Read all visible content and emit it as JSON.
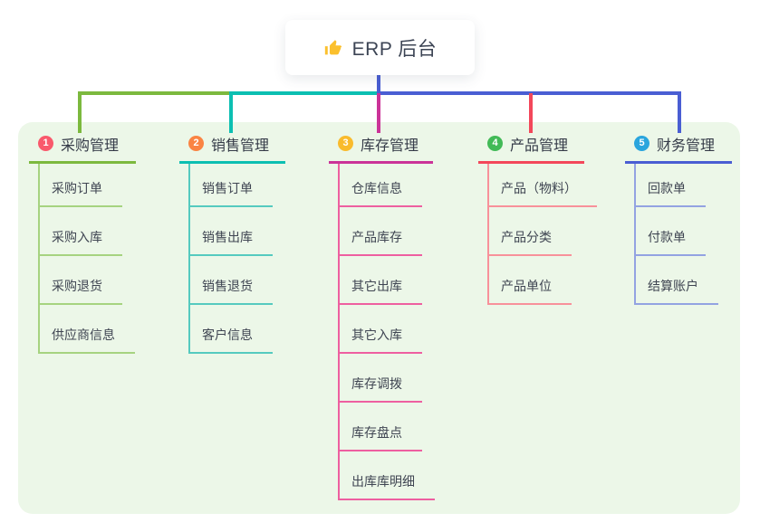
{
  "root": {
    "icon": "thumbs-up-icon",
    "icon_color": "#fbc02d",
    "label": "ERP 后台"
  },
  "colors": {
    "panel_background": "#ecf7e8",
    "root_connector": "#4a5ed3"
  },
  "branches": [
    {
      "badge": "1",
      "badge_color": "#f9596c",
      "label": "采购管理",
      "line_color": "#7cb93e",
      "child_line_color": "#a6d380",
      "children": [
        "采购订单",
        "采购入库",
        "采购退货",
        "供应商信息"
      ]
    },
    {
      "badge": "2",
      "badge_color": "#fa8443",
      "label": "销售管理",
      "line_color": "#0cbfb2",
      "child_line_color": "#55cabf",
      "children": [
        "销售订单",
        "销售出库",
        "销售退货",
        "客户信息"
      ]
    },
    {
      "badge": "3",
      "badge_color": "#f9bb2d",
      "label": "库存管理",
      "line_color": "#cb3398",
      "child_line_color": "#ee5fa0",
      "children": [
        "仓库信息",
        "产品库存",
        "其它出库",
        "其它入库",
        "库存调拨",
        "库存盘点",
        "出库库明细"
      ]
    },
    {
      "badge": "4",
      "badge_color": "#42ba57",
      "label": "产品管理",
      "line_color": "#f3475a",
      "child_line_color": "#f8919a",
      "children": [
        "产品（物料）",
        "产品分类",
        "产品单位"
      ]
    },
    {
      "badge": "5",
      "badge_color": "#2aa5dd",
      "label": "财务管理",
      "line_color": "#4a5ed3",
      "child_line_color": "#93a3e2",
      "children": [
        "回款单",
        "付款单",
        "结算账户"
      ]
    }
  ]
}
